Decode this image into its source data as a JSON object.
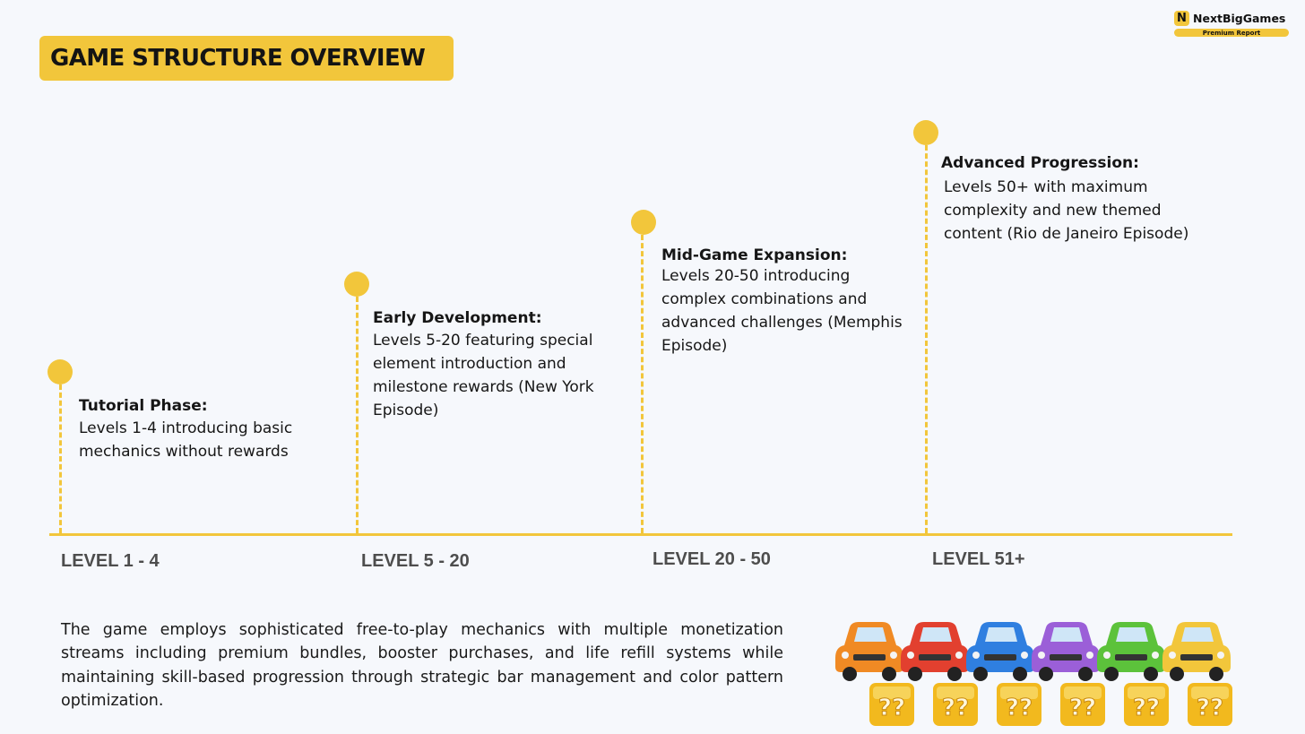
{
  "header": {
    "title": "GAME STRUCTURE OVERVIEW"
  },
  "brand": {
    "logo_letter": "N",
    "name": "NextBigGames",
    "tagline": "Premium Report"
  },
  "timeline": {
    "color": "#f2c63b",
    "phases": [
      {
        "level": "LEVEL 1 - 4",
        "title": "Tutorial Phase:",
        "description": "Levels 1-4 introducing basic mechanics without rewards"
      },
      {
        "level": "LEVEL 5 - 20",
        "title": "Early Development:",
        "description": "Levels 5-20 featuring special element introduction and milestone rewards (New York Episode)"
      },
      {
        "level": "LEVEL 20 - 50",
        "title": "Mid-Game Expansion:",
        "description": "Levels 20-50 introducing complex combinations and advanced challenges (Memphis Episode)"
      },
      {
        "level": "LEVEL 51+",
        "title": "Advanced Progression:",
        "description": "Levels 50+ with maximum complexity and new themed content (Rio de Janeiro Episode)"
      }
    ]
  },
  "summary": {
    "text": "The game employs sophisticated free-to-play mechanics with multiple monetization streams including premium bundles, booster purchases, and life refill systems while maintaining skill-based progression through strategic bar management and color pattern optimization."
  },
  "illustration": {
    "mystery_symbol": "??",
    "car_colors": [
      "#f08a24",
      "#e2402f",
      "#2f7fe0",
      "#9b5fd8",
      "#5cc23b",
      "#f2c63b"
    ]
  }
}
